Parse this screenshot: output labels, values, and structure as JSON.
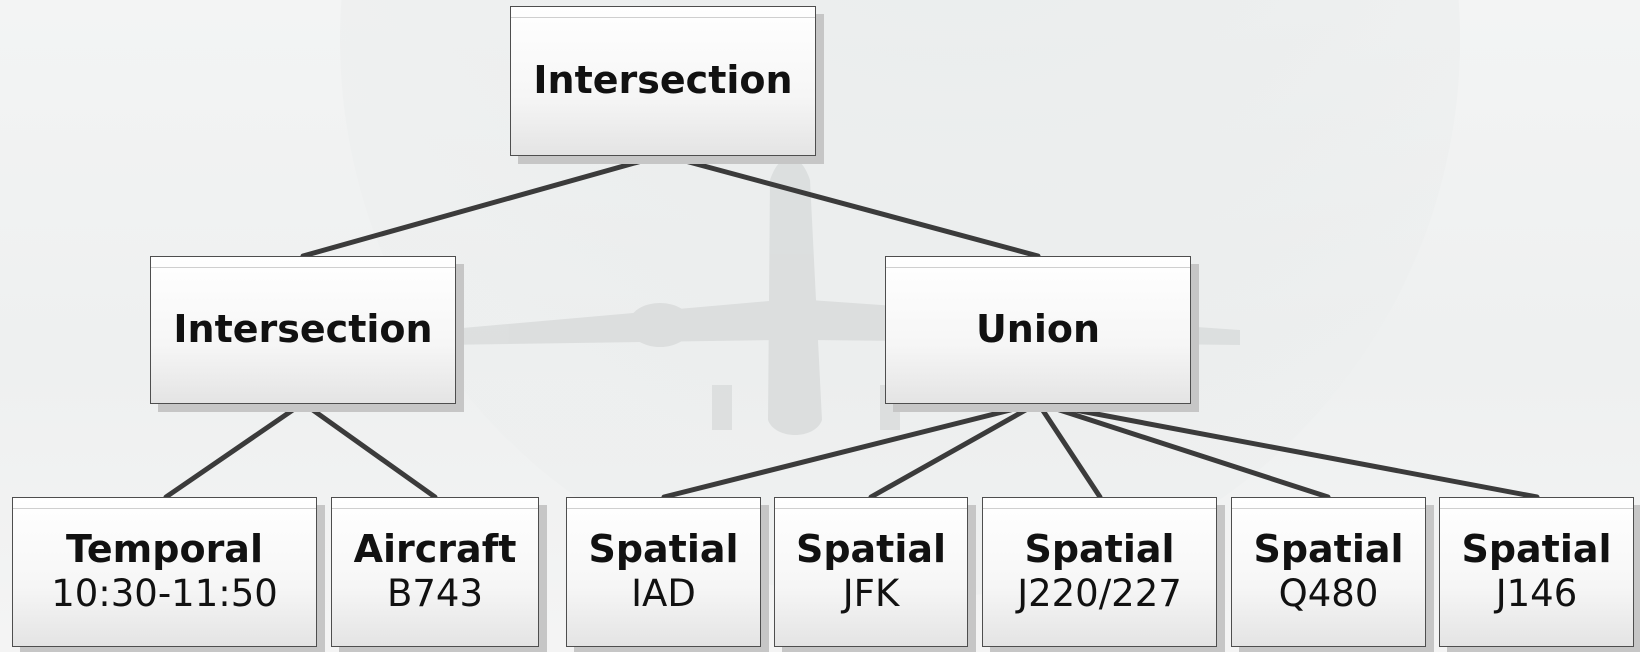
{
  "tree": {
    "root": {
      "title": "Intersection"
    },
    "left": {
      "title": "Intersection"
    },
    "right": {
      "title": "Union"
    },
    "leaves": [
      {
        "title": "Temporal",
        "value": "10:30-11:50"
      },
      {
        "title": "Aircraft",
        "value": "B743"
      },
      {
        "title": "Spatial",
        "value": "IAD"
      },
      {
        "title": "Spatial",
        "value": "JFK"
      },
      {
        "title": "Spatial",
        "value": "J220/227"
      },
      {
        "title": "Spatial",
        "value": "Q480"
      },
      {
        "title": "Spatial",
        "value": "J146"
      }
    ]
  }
}
